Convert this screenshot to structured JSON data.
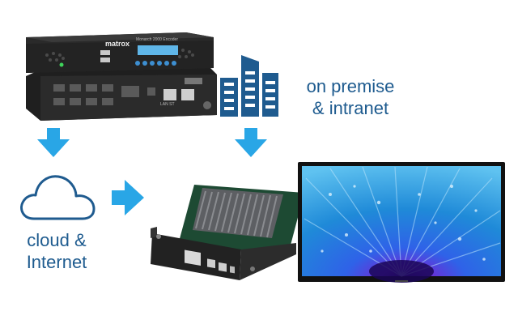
{
  "encoder": {
    "brand": "matrox",
    "model": "Monarch 2000 Encoder",
    "front_text": "LAN ST"
  },
  "labels": {
    "on_premise_line1": "on premise",
    "on_premise_line2": "& intranet",
    "cloud_line1": "cloud &",
    "cloud_line2": "Internet"
  },
  "colors": {
    "arrow": "#29a6e6",
    "icon_blue": "#1f5b8f",
    "label_text": "#1e5b8f",
    "device_dark": "#262626"
  },
  "icons": [
    "building-icon",
    "cloud-icon",
    "arrow-down-icon",
    "arrow-right-icon"
  ]
}
